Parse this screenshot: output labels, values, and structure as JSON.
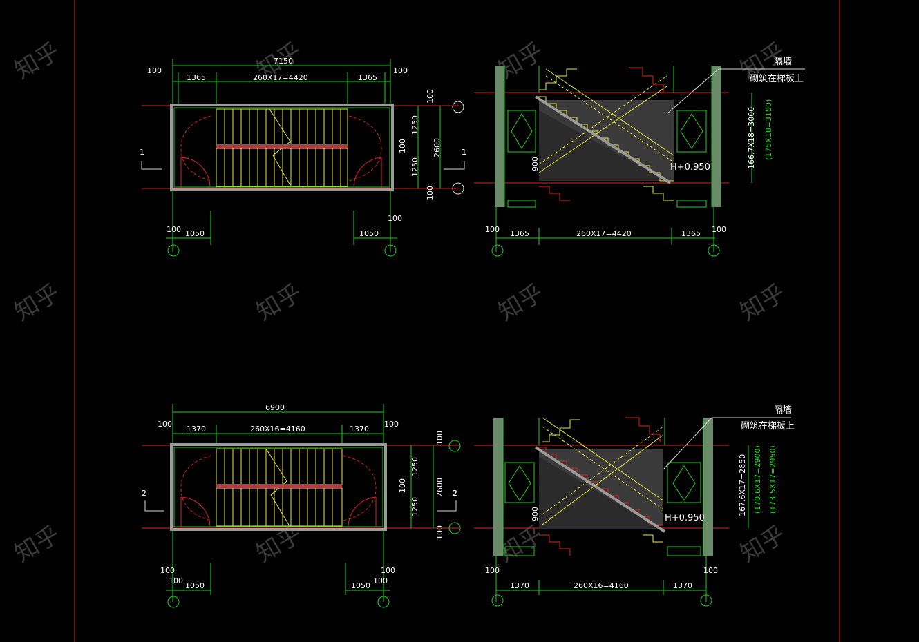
{
  "colors": {
    "background": "#000000",
    "dimension": "#20d020",
    "axis": "#e02020",
    "stair": "#e8e840",
    "wall": "#9a9a9a",
    "note": "#22dd22"
  },
  "watermark": "知乎",
  "plan1": {
    "overall": "7150",
    "left_edge": "100",
    "right_edge": "100",
    "left_land": "1365",
    "run": "260X17=4420",
    "right_land": "1365",
    "v_top": "100",
    "v_a": "1250",
    "v_mid": "100",
    "v_b": "1250",
    "v_bot": "100",
    "v_total": "2600",
    "section_mark": "1",
    "bottom_left_100": "100",
    "bottom_left_1050": "1050",
    "bottom_right_100": "100",
    "bottom_right_1050": "1050"
  },
  "section1": {
    "note_title": "隔墙",
    "note_text": "砌筑在梯板上",
    "left_100": "100",
    "left_land": "1365",
    "run": "260X17=4420",
    "right_land": "1365",
    "right_100": "100",
    "height": "166.7X18=3000",
    "height_alt": "(175X18=3150)",
    "level": "H+0.950",
    "v900": "900",
    "section_mark": "1"
  },
  "plan2": {
    "overall": "6900",
    "left_edge": "100",
    "right_edge": "100",
    "left_land": "1370",
    "run": "260X16=4160",
    "right_land": "1370",
    "v_top": "100",
    "v_a": "1250",
    "v_mid": "100",
    "v_b": "1250",
    "v_bot": "100",
    "v_total": "2600",
    "section_mark": "2",
    "bottom_left_100a": "100",
    "bottom_left_100b": "100",
    "bottom_left_1050": "1050",
    "bottom_right_100a": "100",
    "bottom_right_100b": "100",
    "bottom_right_1050": "1050"
  },
  "section2": {
    "note_title": "隔墙",
    "note_text": "砌筑在梯板上",
    "left_100": "100",
    "left_land": "1370",
    "run": "260X16=4160",
    "right_land": "1370",
    "right_100": "100",
    "height": "167.6X17=2850",
    "height_alt1": "(170.6X17=2900)",
    "height_alt2": "(173.5X17=2950)",
    "level": "H+0.950",
    "v900": "900",
    "section_mark": "2"
  }
}
